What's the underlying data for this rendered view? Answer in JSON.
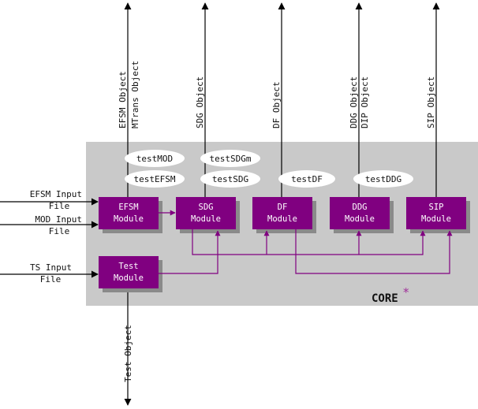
{
  "colors": {
    "core_fill": "#c9c9c9",
    "module_fill": "#800080",
    "module_shadow": "#8a8a8a",
    "link": "#800080",
    "arrow": "#000000",
    "oval_fill": "#ffffff",
    "asterisk": "#a0309a"
  },
  "core": {
    "label": "CORE",
    "asterisk": "*"
  },
  "modules": {
    "efsm": {
      "line1": "EFSM",
      "line2": "Module"
    },
    "sdg": {
      "line1": "SDG",
      "line2": "Module"
    },
    "df": {
      "line1": "DF",
      "line2": "Module"
    },
    "ddg": {
      "line1": "DDG",
      "line2": "Module"
    },
    "sip": {
      "line1": "SIP",
      "line2": "Module"
    },
    "test": {
      "line1": "Test",
      "line2": "Module"
    }
  },
  "tests": {
    "testMOD": "testMOD",
    "testEFSM": "testEFSM",
    "testSDGm": "testSDGm",
    "testSDG": "testSDG",
    "testDF": "testDF",
    "testDDG": "testDDG"
  },
  "inputs": {
    "efsm": {
      "line1": "EFSM Input",
      "line2": "File"
    },
    "mod": {
      "line1": "MOD Input",
      "line2": "File"
    },
    "ts": {
      "line1": "TS Input",
      "line2": "File"
    }
  },
  "outputs": {
    "efsm_object": "EFSM Object",
    "mtrans_object": "MTrans Object",
    "sdg_object": "SDG Object",
    "df_object": "DF Object",
    "ddg_object": "DDG Object",
    "dip_object": "DIP Object",
    "sip_object": "SIP Object",
    "test_object": "Test Object"
  }
}
